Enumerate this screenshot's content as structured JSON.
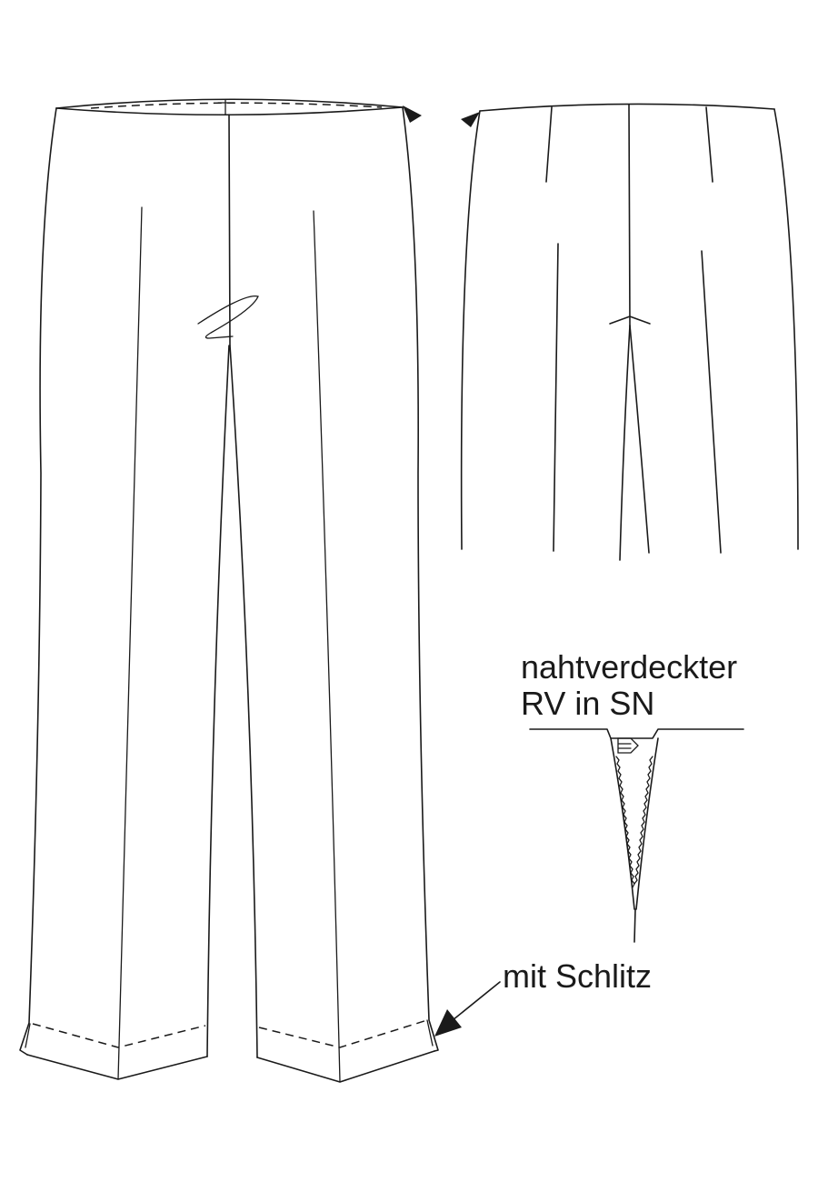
{
  "annotations": {
    "zipper_line1": "nahtverdeckter",
    "zipper_line2": "RV in SN",
    "slit": "mit Schlitz"
  },
  "colors": {
    "line": "#1a1a1a",
    "background": "#ffffff"
  }
}
